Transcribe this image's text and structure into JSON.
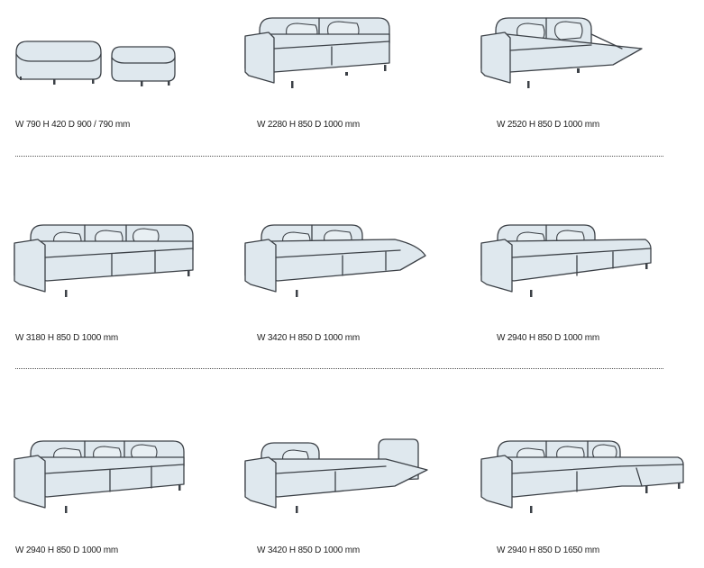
{
  "products": [
    {
      "dimensions": "W 790  H 420  D 900 / 790 mm"
    },
    {
      "dimensions": "W 2280 H 850  D 1000 mm"
    },
    {
      "dimensions": "W 2520  H 850  D 1000 mm"
    },
    {
      "dimensions": "W 3180  H 850  D 1000 mm"
    },
    {
      "dimensions": "W 3420  H 850  D 1000 mm"
    },
    {
      "dimensions": "W 2940  H 850  D 1000 mm"
    },
    {
      "dimensions": "W 2940  H 850  D 1000 mm"
    },
    {
      "dimensions": "W 3420  H 850  D 1000 mm"
    },
    {
      "dimensions": "W 2940   H 850  D 1650 mm"
    }
  ]
}
